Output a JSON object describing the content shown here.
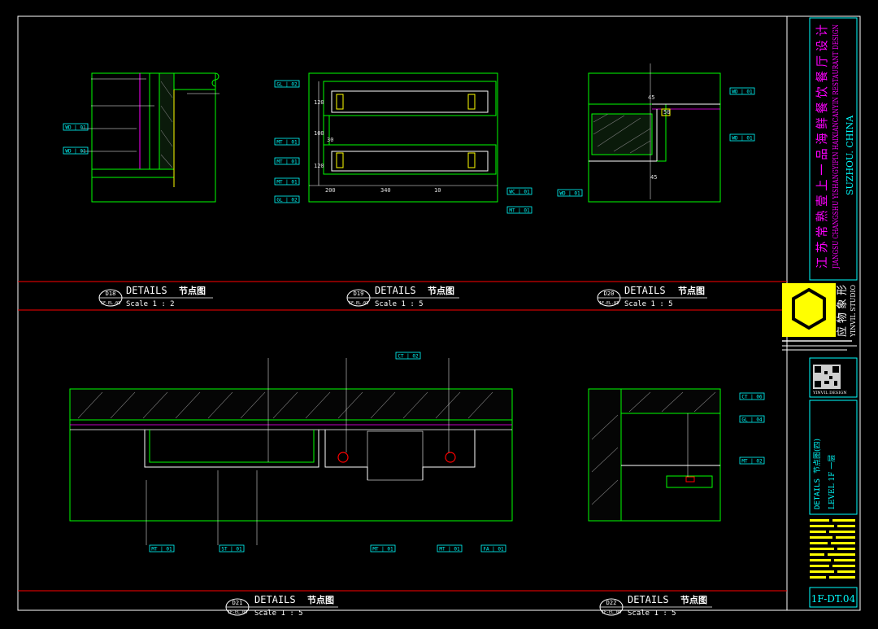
{
  "colors": {
    "background": "#000000",
    "frame": "#ffffff",
    "detail_line": "#00ff00",
    "section_line": "#ff0000",
    "tag_cyan": "#00ffff",
    "project_magenta": "#ff00ff",
    "logo_yellow": "#ffff00",
    "dim_white": "#e0e0e0"
  },
  "views": [
    {
      "id": "D18",
      "sheet": "1F-EL.03",
      "title_en": "DETAILS",
      "title_cn": "节点图",
      "scale": "Scale 1 : 2"
    },
    {
      "id": "D19",
      "sheet": "1F-EL.03",
      "title_en": "DETAILS",
      "title_cn": "节点图",
      "scale": "Scale 1 : 5"
    },
    {
      "id": "D20",
      "sheet": "1F-EL.03",
      "title_en": "DETAILS",
      "title_cn": "节点图",
      "scale": "Scale 1 : 5"
    },
    {
      "id": "D21",
      "sheet": "1F-EL.04",
      "title_en": "DETAILS",
      "title_cn": "节点图",
      "scale": "Scale 1 : 5"
    },
    {
      "id": "D22",
      "sheet": "1F-EL.04",
      "title_en": "DETAILS",
      "title_cn": "节点图",
      "scale": "Scale 1 : 5"
    }
  ],
  "tags": {
    "d18": [
      "WD | 01",
      "WD | 01"
    ],
    "d19": [
      "GL | 02",
      "MT | 01",
      "MT | 01",
      "MT | 01",
      "GL | 02",
      "WC | 01",
      "MT | 01"
    ],
    "d20": [
      "WD | 01",
      "WD | 01",
      "WD | 01"
    ],
    "d21": [
      "CT | 02",
      "MT | 01",
      "ST | 01",
      "MT | 01",
      "MT | 01",
      "FA | 01"
    ],
    "d22": [
      "CT | 06",
      "GL | 04",
      "MT | 02"
    ]
  },
  "dims": {
    "d19": [
      "120",
      "100",
      "120",
      "30",
      "200",
      "340",
      "10"
    ],
    "d20": [
      "45",
      "50",
      "45"
    ]
  },
  "title_block": {
    "project_cn": "江 苏 常 熟 壹 上 一 品 海 鲜 餐 饮 餐 厅 设 计",
    "project_en": "JIANGSU CHANGSHU YISHANGYIPIN HAIXIANCANYIN RESTAURANT DESIGN",
    "location": "SUZHOU. CHINA",
    "studio_cn": "应 物 象 形",
    "studio_en": "YINVIL STUDIO",
    "design_label": "YINVIL DESIGN",
    "drawing_name": "DETAILS",
    "drawing_name_cn": "节点图(四)",
    "level": "LEVEL 1F 一层",
    "sheet_no": "1F-DT.04"
  }
}
